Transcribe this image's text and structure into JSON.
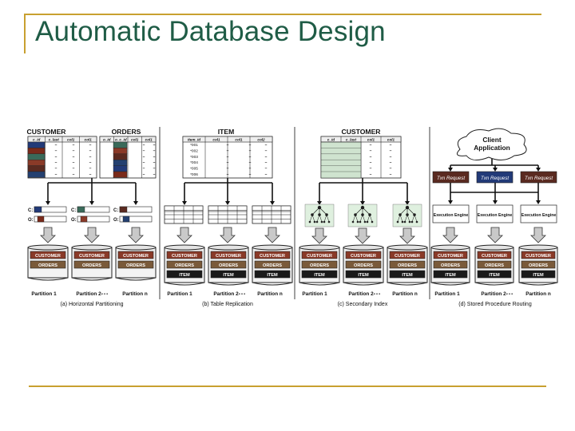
{
  "slide": {
    "title": "Automatic Database Design"
  },
  "colors": {
    "accent": "#c8a030",
    "title": "#1f5c46",
    "customer": "#8a3a28",
    "orders": "#7a5a3a",
    "item": "#1a1a1a",
    "request_dark": "#5a2a20",
    "request_blue": "#223a78"
  },
  "panels": [
    {
      "caption": "(a) Horizontal Partitioning",
      "tables": [
        "CUSTOMER",
        "ORDERS"
      ],
      "customer_cols": [
        "c_id",
        "c_last",
        "col1",
        "col1"
      ],
      "orders_cols": [
        "o_id",
        "o_c_id",
        "col1",
        "col1"
      ],
      "row_labels": [
        "C:",
        "O:",
        "C:",
        "O:",
        "C:",
        "O:"
      ],
      "partitions": [
        "Partition 1",
        "Partition 2",
        "Partition n"
      ],
      "drum_labels": [
        "CUSTOMER",
        "ORDERS"
      ]
    },
    {
      "caption": "(b) Table Replication",
      "tables": [
        "ITEM"
      ],
      "item_cols": [
        "item_id",
        "col1",
        "col1",
        "col2"
      ],
      "item_ids": [
        "*001",
        "*002",
        "*003",
        "*004",
        "*005",
        "*006"
      ],
      "partitions": [
        "Partition 1",
        "Partition 2",
        "Partition n"
      ],
      "drum_labels": [
        "CUSTOMER",
        "ORDERS",
        "ITEM"
      ]
    },
    {
      "caption": "(c) Secondary Index",
      "tables": [
        "CUSTOMER"
      ],
      "customer_cols": [
        "c_id",
        "c_last",
        "col1",
        "col1"
      ],
      "partitions": [
        "Partition 1",
        "Partition 2",
        "Partition n"
      ],
      "drum_labels": [
        "CUSTOMER",
        "ORDERS",
        "ITEM"
      ]
    },
    {
      "caption": "(d) Stored Procedure Routing",
      "client": [
        "Client",
        "Application"
      ],
      "requests": [
        "Txn Request",
        "Txn Request",
        "Txn Request"
      ],
      "engines": [
        "Execution Engine",
        "Execution Engine",
        "Execution Engine"
      ],
      "partitions": [
        "Partition 1",
        "Partition 2",
        "Partition n"
      ],
      "drum_labels": [
        "CUSTOMER",
        "ORDERS",
        "ITEM"
      ]
    }
  ],
  "ellipsis": "• • •"
}
